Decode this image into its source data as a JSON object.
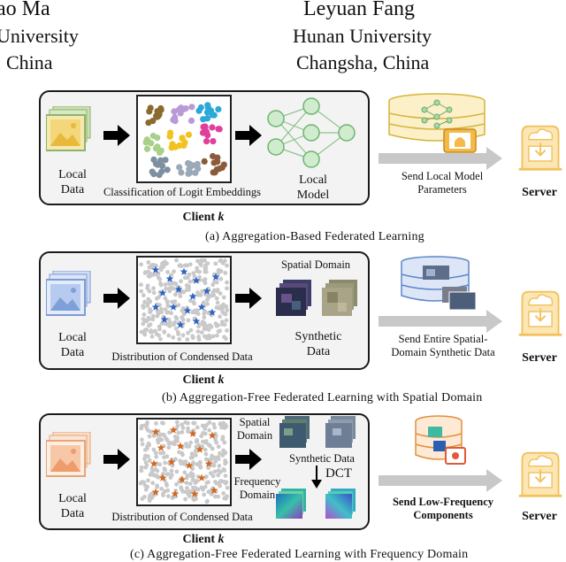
{
  "authors": [
    {
      "name": "ao Ma",
      "affiliation": "University",
      "location": ", China"
    },
    {
      "name": "Leyuan Fang",
      "affiliation": "Hunan University",
      "location": "Changsha, China"
    }
  ],
  "panel_a": {
    "local_data": "Local\nData",
    "classification": "Classification of Logit Embeddings",
    "local_model": "Local\nModel",
    "client": "Client ",
    "client_k": "k",
    "send": "Send Local Model\nParameters",
    "server": "Server",
    "caption": "(a) Aggregation-Based Federated Learning"
  },
  "panel_b": {
    "local_data": "Local\nData",
    "distribution": "Distribution of Condensed Data",
    "spatial_domain": "Spatial Domain",
    "synthetic": "Synthetic\nData",
    "client": "Client ",
    "client_k": "k",
    "send": "Send Entire Spatial-\nDomain Synthetic Data",
    "server": "Server",
    "caption": "(b) Aggregation-Free Federated Learning with Spatial Domain"
  },
  "panel_c": {
    "local_data": "Local\nData",
    "distribution": "Distribution of Condensed Data",
    "spatial_domain": "Spatial\nDomain",
    "synthetic": "Synthetic Data",
    "dct": "DCT",
    "frequency_domain": "Frequency\nDomain",
    "client": "Client ",
    "client_k": "k",
    "send": "Send Low-Frequency\nComponents",
    "server": "Server",
    "caption": "(c) Aggregation-Free Federated Learning with Frequency Domain"
  },
  "colors": {
    "panel_bg": "#f3f3f3",
    "arrow_gray": "#c8c8c8",
    "server_fill": "#fbe6b4",
    "server_stroke": "#f2c15a",
    "image_green": "#8fb36a",
    "image_blue": "#8fb0df",
    "image_peach": "#f6c8a8",
    "star_blue": "#2f64c6",
    "star_orange": "#d2681f"
  }
}
